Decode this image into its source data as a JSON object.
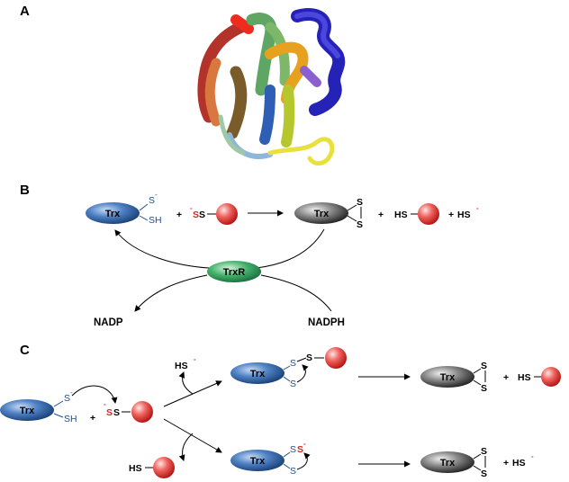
{
  "panels": {
    "a": "A",
    "b": "B",
    "c": "C"
  },
  "labels": {
    "trx": "Trx",
    "trxr": "TrxR",
    "nadp": "NADP",
    "nadph": "NADPH",
    "s_minus": "S",
    "s": "S",
    "sh": "SH",
    "hs": "HS",
    "plus": "+",
    "minus": "-",
    "ss": "S"
  },
  "colors": {
    "trx_blue": "#2f5f9e",
    "oxidized_gray": "#3a3a3a",
    "trxr_green": "#2e9a55",
    "sphere_red": "#e8302c",
    "thiolate_red": "#e0201f"
  }
}
